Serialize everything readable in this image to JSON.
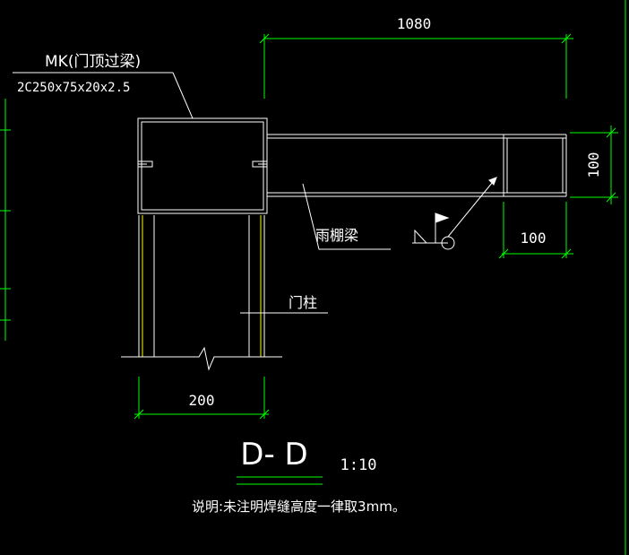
{
  "colors": {
    "background": "#000000",
    "dimension": "#00ff00",
    "geometry": "#ffffff",
    "hidden": "#ffff00",
    "title_underline": "#00ff00"
  },
  "labels": {
    "mk_label": "MK(门顶过梁)",
    "mk_spec": "2C250x75x20x2.5",
    "canopy_beam": "雨棚梁",
    "door_post": "门柱"
  },
  "dimensions": {
    "top_length": "1080",
    "canopy_height": "100",
    "canopy_width": "100",
    "post_width": "200"
  },
  "section": {
    "title": "D- D",
    "scale": "1:10"
  },
  "note": "说明:未注明焊缝高度一律取3mm。",
  "icons": {
    "weld_symbol": "weld-flag-icon",
    "break_line": "break-line-icon"
  }
}
